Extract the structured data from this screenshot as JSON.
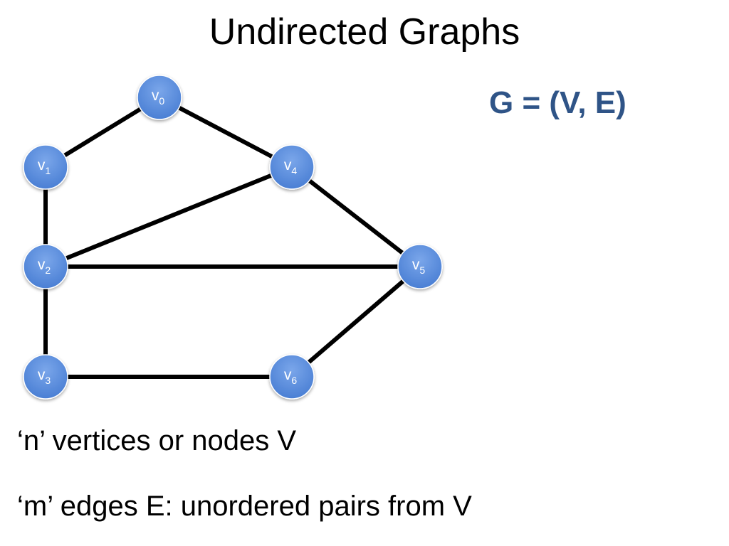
{
  "title": "Undirected Graphs",
  "formula": "G = (V, E)",
  "bullets": [
    "‘n’ vertices or nodes V",
    "‘m’ edges E: unordered pairs from V"
  ],
  "colors": {
    "node_fill": "#5b8ede",
    "formula_text": "#2f5487",
    "edge": "#000000"
  },
  "nodes": [
    {
      "id": "v0",
      "base": "v",
      "sub": "0"
    },
    {
      "id": "v1",
      "base": "v",
      "sub": "1"
    },
    {
      "id": "v2",
      "base": "v",
      "sub": "2"
    },
    {
      "id": "v3",
      "base": "v",
      "sub": "3"
    },
    {
      "id": "v4",
      "base": "v",
      "sub": "4"
    },
    {
      "id": "v5",
      "base": "v",
      "sub": "5"
    },
    {
      "id": "v6",
      "base": "v",
      "sub": "6"
    }
  ],
  "edges": [
    [
      "v0",
      "v1"
    ],
    [
      "v0",
      "v4"
    ],
    [
      "v1",
      "v2"
    ],
    [
      "v2",
      "v4"
    ],
    [
      "v2",
      "v5"
    ],
    [
      "v4",
      "v5"
    ],
    [
      "v2",
      "v3"
    ],
    [
      "v3",
      "v6"
    ],
    [
      "v6",
      "v5"
    ]
  ]
}
